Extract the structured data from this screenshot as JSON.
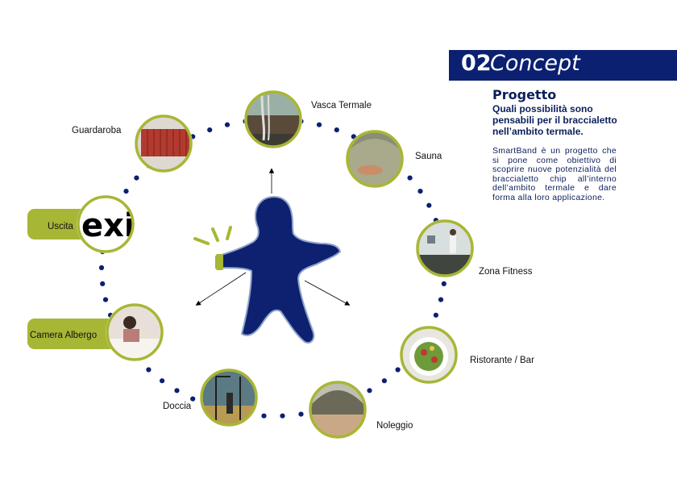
{
  "header": {
    "number": "02",
    "word": "Concept"
  },
  "project": {
    "title": "Progetto",
    "subtitle": "Quali possibilità sono pensabili per il braccialetto nell’ambito termale.",
    "description": "SmartBand è un progetto che si pone come obiettivo di scoprire nuove potenzialità del braccialetto chip all’interno dell’ambito termale e dare forma alla loro applicazione."
  },
  "stations": [
    {
      "id": "vasca-termale",
      "label": "Vasca Termale",
      "highlight": false
    },
    {
      "id": "sauna",
      "label": "Sauna",
      "highlight": false
    },
    {
      "id": "zona-fitness",
      "label": "Zona Fitness",
      "highlight": false
    },
    {
      "id": "ristorante-bar",
      "label": "Ristorante / Bar",
      "highlight": false
    },
    {
      "id": "noleggio",
      "label": "Noleggio",
      "highlight": false
    },
    {
      "id": "doccia",
      "label": "Doccia",
      "highlight": false
    },
    {
      "id": "camera-albergo",
      "label": "Camera Albergo",
      "highlight": true
    },
    {
      "id": "uscita",
      "label": "Uscita",
      "highlight": true
    },
    {
      "id": "guardaroba",
      "label": "Guardaroba",
      "highlight": false
    }
  ],
  "exit_sign_text": "exit",
  "colors": {
    "navy": "#0b2070",
    "figure": "#0d2170",
    "accent_green": "#a8b635",
    "dots": "#0b2070"
  }
}
